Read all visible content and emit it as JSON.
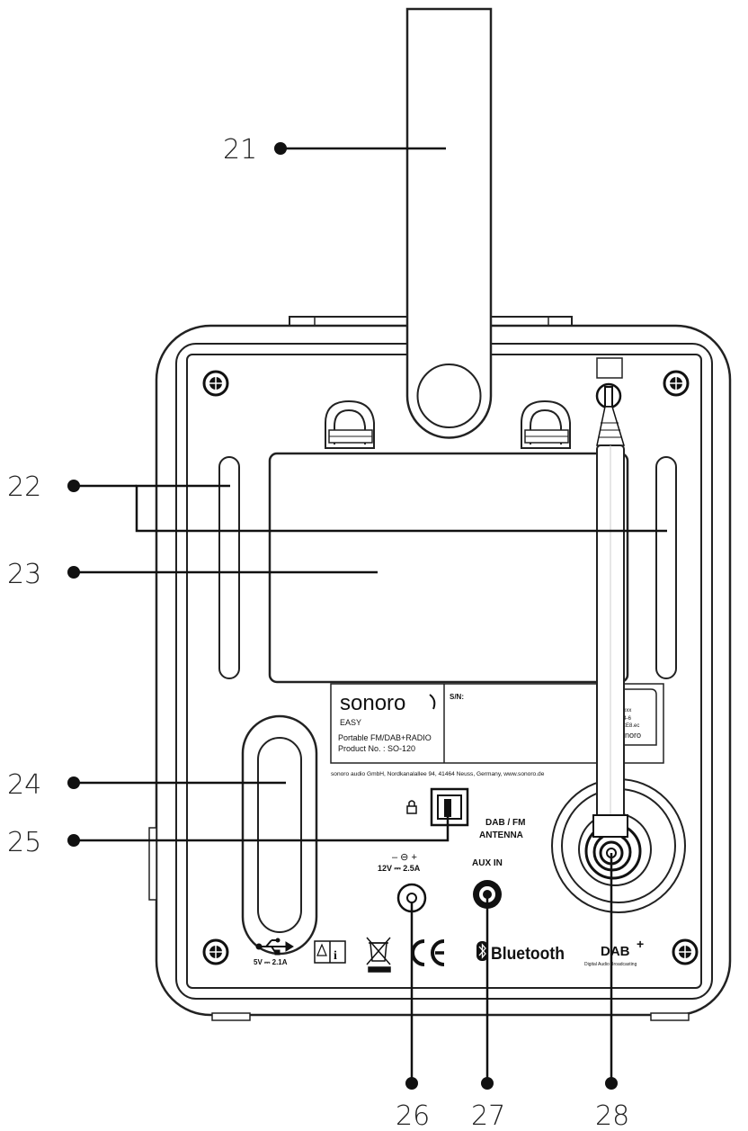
{
  "callouts": {
    "c21": "21",
    "c22": "22",
    "c23": "23",
    "c24": "24",
    "c25": "25",
    "c26": "26",
    "c27": "27",
    "c28": "28"
  },
  "label": {
    "brand": "sonoro",
    "model": "EASY",
    "type": "Portable FM/DAB+RADIO",
    "product_no": "Product No. : SO-120",
    "sn": "S/N:",
    "address": "sonoro audio GmbH, Nordkanalallee 94, 41464 Neuss, Germany, www.sonoro.de"
  },
  "ports": {
    "antenna": "DAB / FM\nANTENNA",
    "antenna_line1": "DAB / FM",
    "antenna_line2": "ANTENNA",
    "dc_polarity": "– ⊖ +",
    "dc_rating": "12V ⎓ 2.5A",
    "aux": "AUX IN",
    "usb_rating": "5V ⎓ 2.1A"
  },
  "logos": {
    "bluetooth": "Bluetooth",
    "dab": "DAB",
    "dab_sup": "+",
    "dab_sub": "Digital Audio Broadcasting",
    "ce": "CE"
  },
  "icons": [
    "screw-icon",
    "lock-icon",
    "usb-icon",
    "manual-info-icon",
    "weee-bin-icon",
    "ce-mark-icon",
    "bluetooth-icon"
  ]
}
